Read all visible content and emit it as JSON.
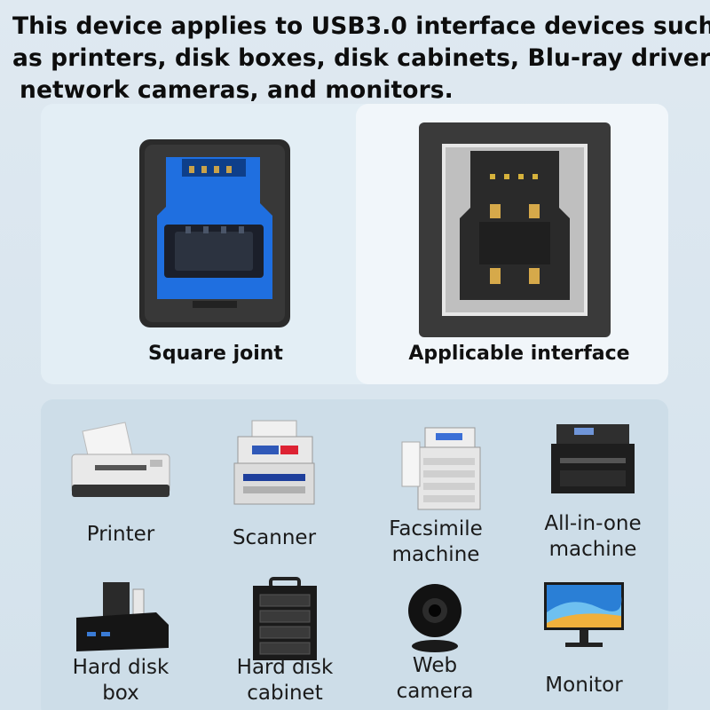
{
  "headline": {
    "line1": "This device applies to USB3.0 interface devices such",
    "line2": "as printers, disk boxes, disk cabinets, Blu-ray drivers,",
    "line3": "network cameras, and monitors."
  },
  "connectors": {
    "left_caption": "Square joint",
    "right_caption": "Applicable interface"
  },
  "devices": [
    {
      "label1": "Printer",
      "label2": ""
    },
    {
      "label1": "Scanner",
      "label2": ""
    },
    {
      "label1": "Facsimile",
      "label2": "machine"
    },
    {
      "label1": "All-in-one",
      "label2": "machine"
    },
    {
      "label1": "Hard disk",
      "label2": "box"
    },
    {
      "label1": "Hard disk",
      "label2": "cabinet"
    },
    {
      "label1": "Web",
      "label2": "camera"
    },
    {
      "label1": "Monitor",
      "label2": ""
    }
  ],
  "colors": {
    "usb3_blue": "#1f6fe0",
    "connector_black": "#2a2a2a"
  }
}
